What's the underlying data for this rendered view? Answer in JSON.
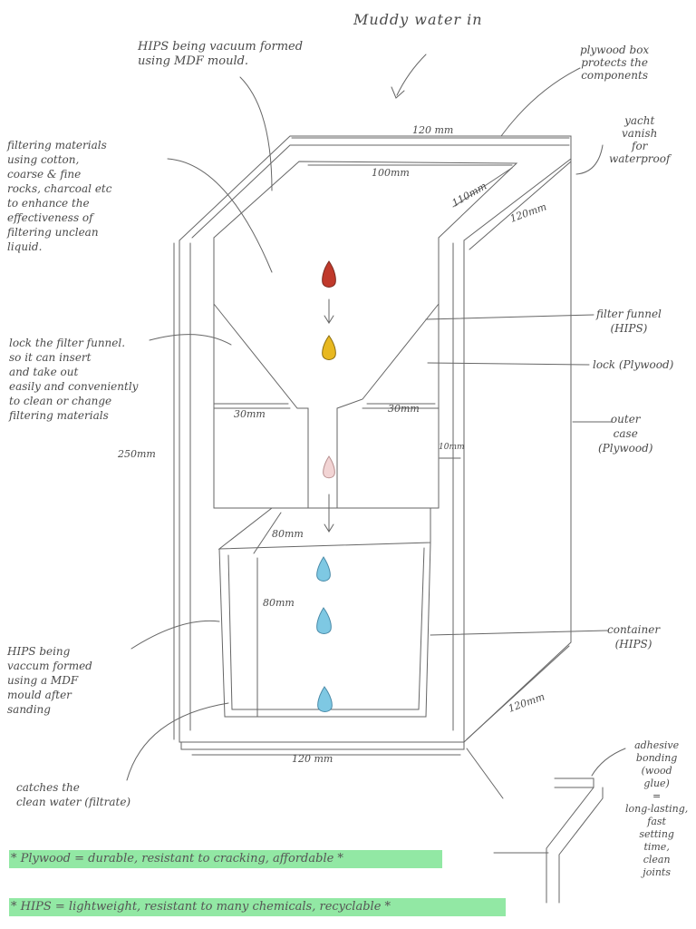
{
  "title": "Muddy water in",
  "labels": {
    "hips_vacuum_top": "HIPS being vacuum formed\nusing MDF mould.",
    "plywood_box": "plywood box\nprotects the\ncomponents",
    "yacht_vanish": "yacht\nvanish\nfor\nwaterproof",
    "filtering_materials": "filtering materials\nusing cotton,\ncoarse & fine\nrocks, charcoal etc\nto enhance the\neffectiveness of\nfiltering unclean\nliquid.",
    "lock_funnel": "lock the filter funnel.\nso it can insert\nand take out\neasily and conveniently\nto clean or change\nfiltering materials",
    "filter_funnel": "filter funnel\n(HIPS)",
    "lock_plywood": "lock (Plywood)",
    "outer_case": "outer\ncase\n(Plywood)",
    "container": "container\n(HIPS)",
    "hips_vacuum_bottom": "HIPS being\nvaccum formed\nusing a MDF\nmould after\nsanding",
    "catches_clean": "catches the\nclean water (filtrate)",
    "adhesive": "adhesive\nbonding\n(wood\nglue)\n=\nlong-lasting,\nfast\nsetting\ntime,\nclean\njoints"
  },
  "dimensions": {
    "top_width": "120 mm",
    "inner_width": "100mm",
    "inner_depth": "110mm",
    "top_depth": "120mm",
    "left_shelf": "30mm",
    "right_shelf": "30mm",
    "wall": "10mm",
    "height": "250mm",
    "container_depth": "80mm",
    "container_height": "80mm",
    "bottom_depth": "120mm",
    "bottom_width": "120 mm"
  },
  "summary": {
    "plywood": "* Plywood = durable, resistant to cracking, affordable *",
    "hips": "* HIPS = lightweight, resistant to many chemicals, recyclable *"
  },
  "colors": {
    "drop_red": "#c0392b",
    "drop_yellow": "#e8b820",
    "drop_pink": "#f2d4d4",
    "drop_blue": "#7ec8e3",
    "highlight": "#86e59a"
  }
}
